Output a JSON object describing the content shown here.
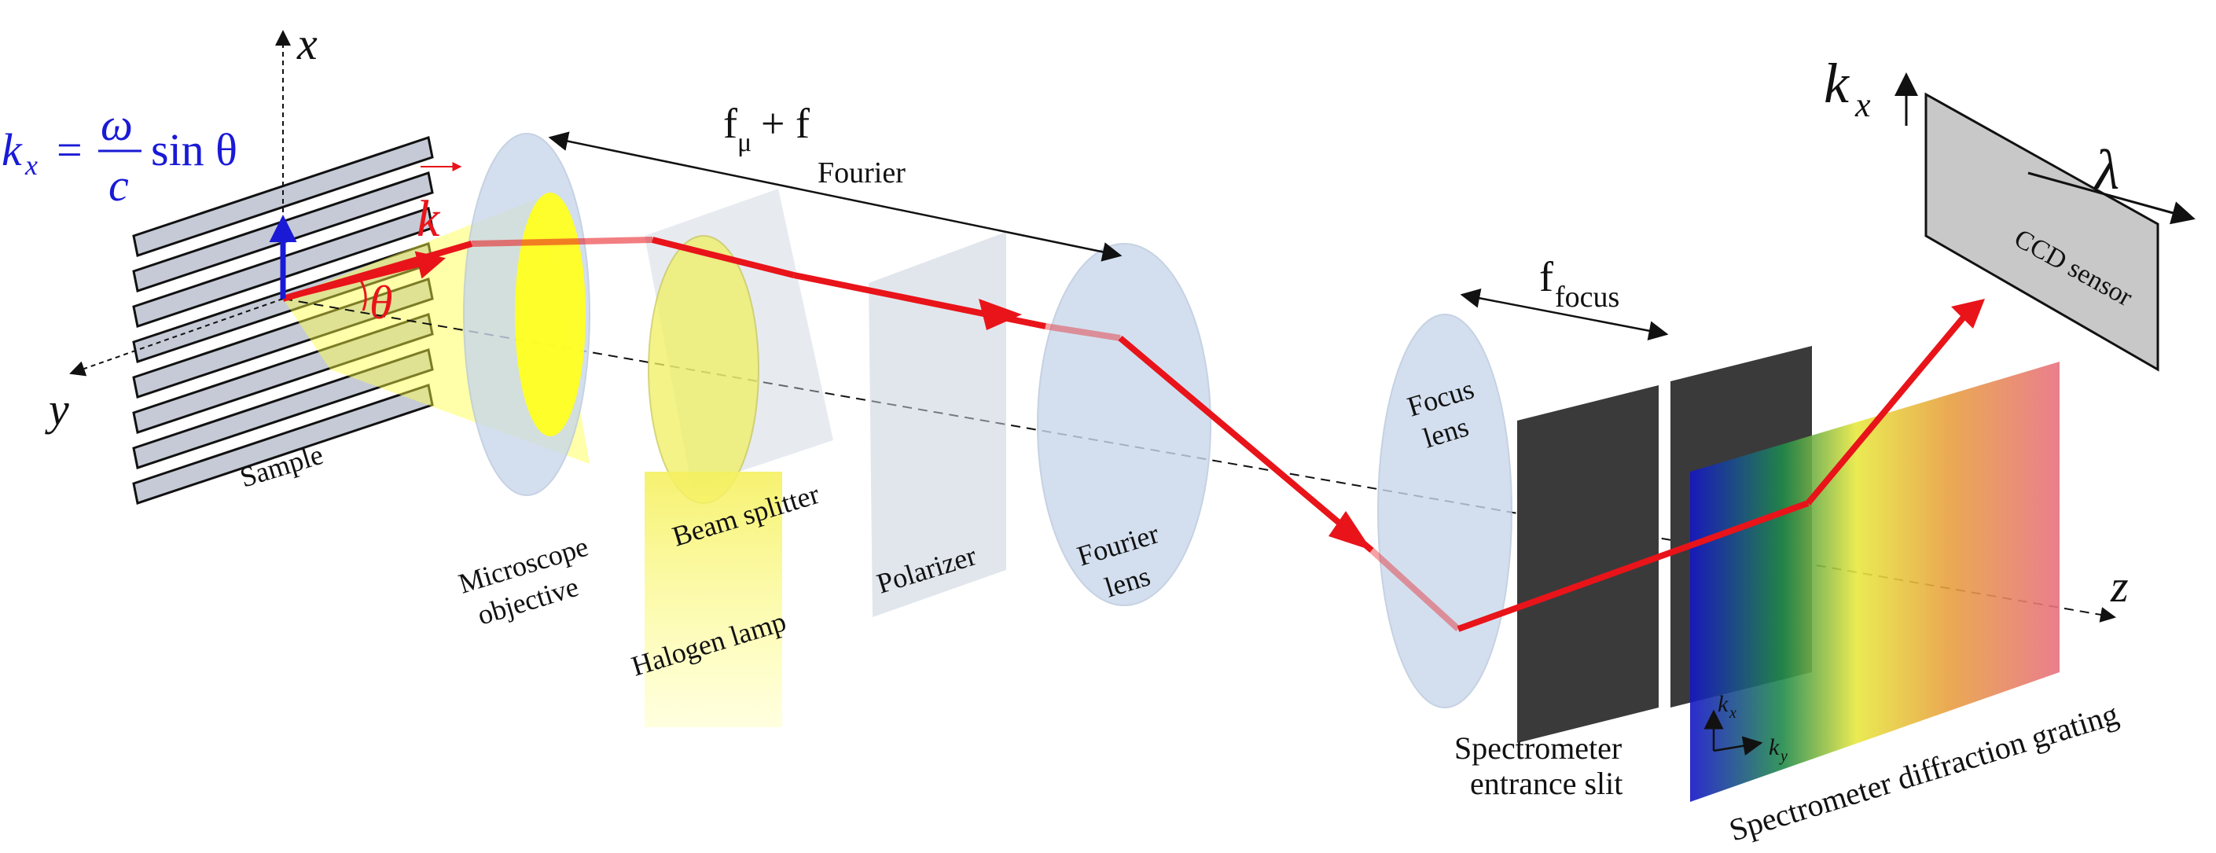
{
  "axes": {
    "x": "x",
    "y": "y",
    "z": "z",
    "k": "k",
    "theta": "θ"
  },
  "formula": {
    "lhs": "k",
    "lhs_sub": "x",
    "equals": "=",
    "numerator": "ω",
    "denominator": "c",
    "rhs": "sin θ"
  },
  "labels": {
    "sample": "Sample",
    "microscope_objective_1": "Microscope",
    "microscope_objective_2": "objective",
    "beam_splitter": "Beam splitter",
    "halogen_lamp": "Halogen lamp",
    "polarizer": "Polarizer",
    "fourier_lens_1": "Fourier",
    "fourier_lens_2": "lens",
    "focus_lens_1": "Focus",
    "focus_lens_2": "lens",
    "entrance_slit_1": "Spectrometer",
    "entrance_slit_2": "entrance slit",
    "diffraction_grating": "Spectrometer diffraction grating",
    "ccd_sensor": "CCD sensor"
  },
  "distances": {
    "fmu_base": "f",
    "fmu_sub": "μ",
    "plus": " + f",
    "fourier_sub": "Fourier",
    "focus_base": "f",
    "focus_sub": "focus"
  },
  "ccd_axes": {
    "kx_base": "k",
    "kx_sub": "x",
    "lambda": "λ"
  },
  "grating_axes": {
    "kx_base": "k",
    "kx_sub": "x",
    "ky_base": "k",
    "ky_sub": "y"
  },
  "colors": {
    "beam": "#e8141a",
    "formula": "#1a1ad6",
    "lens": "#c9d8ea",
    "lamp": "#ffff3c",
    "slit": "#3a3a3a"
  }
}
